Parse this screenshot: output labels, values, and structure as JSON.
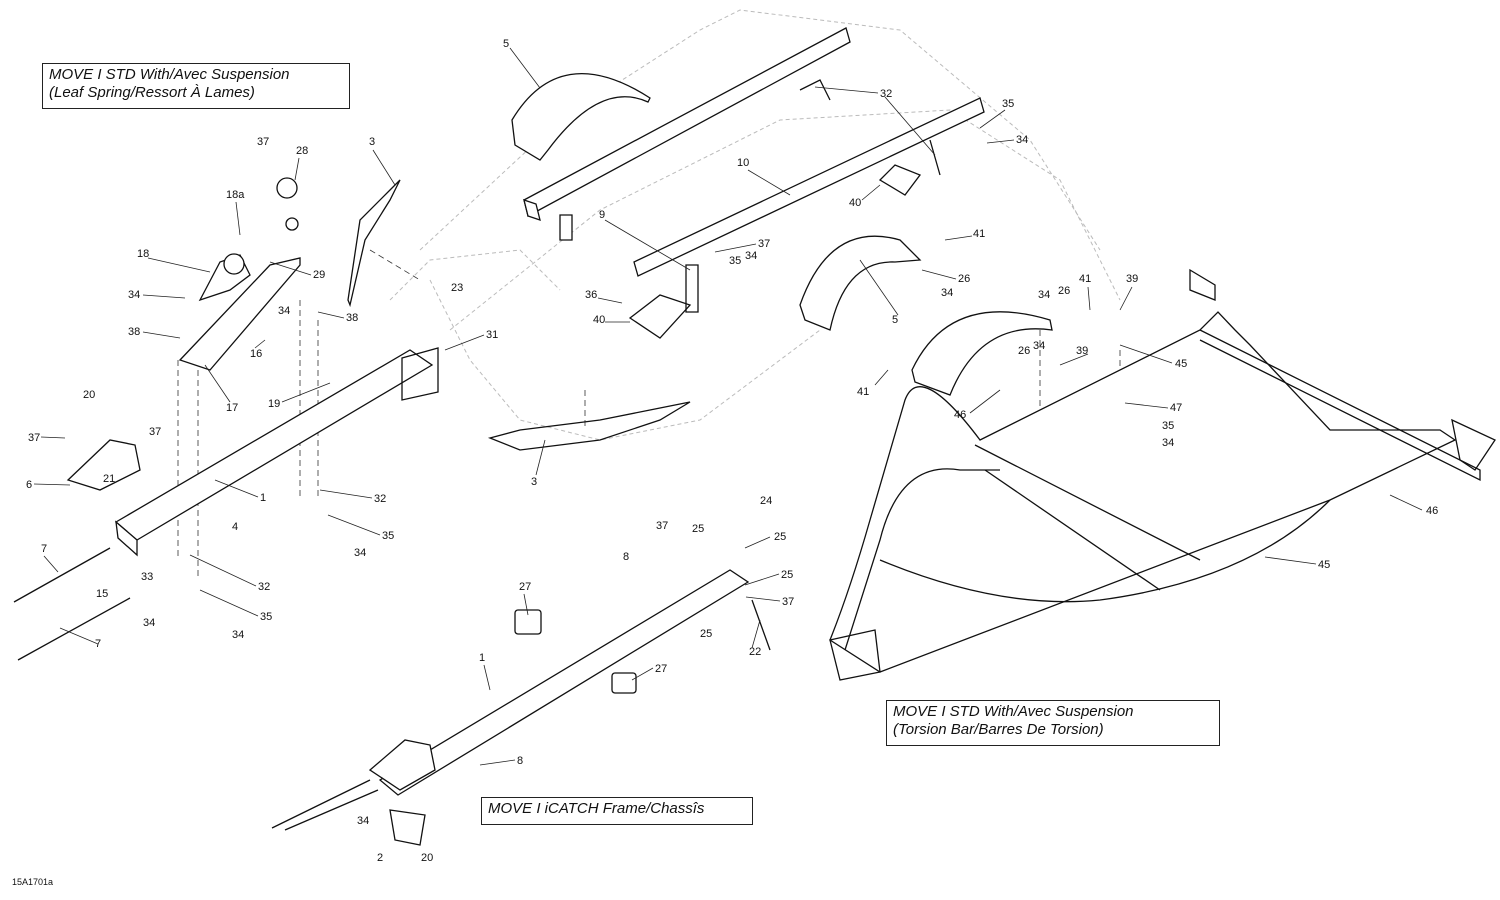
{
  "diagram_code": "15A1701a",
  "captions": {
    "leaf": {
      "line1": "MOVE I STD With/Avec Suspension",
      "line2": "(Leaf Spring/Ressort À Lames)"
    },
    "torsion": {
      "line1": "MOVE I STD With/Avec Suspension",
      "line2": "(Torsion Bar/Barres De Torsion)"
    },
    "icatch": {
      "line1": "MOVE I iCATCH Frame/Chassîs"
    }
  },
  "callouts": [
    {
      "id": "c-5a",
      "label": "5"
    },
    {
      "id": "c-32a",
      "label": "32"
    },
    {
      "id": "c-35a",
      "label": "35"
    },
    {
      "id": "c-34a",
      "label": "34"
    },
    {
      "id": "c-10",
      "label": "10"
    },
    {
      "id": "c-40a",
      "label": "40"
    },
    {
      "id": "c-9",
      "label": "9"
    },
    {
      "id": "c-37a",
      "label": "37"
    },
    {
      "id": "c-35b",
      "label": "35"
    },
    {
      "id": "c-34b",
      "label": "34"
    },
    {
      "id": "c-36",
      "label": "36"
    },
    {
      "id": "c-40b",
      "label": "40"
    },
    {
      "id": "c-41a",
      "label": "41"
    },
    {
      "id": "c-26a",
      "label": "26"
    },
    {
      "id": "c-34c",
      "label": "34"
    },
    {
      "id": "c-5b",
      "label": "5"
    },
    {
      "id": "c-41b",
      "label": "41"
    },
    {
      "id": "c-39a",
      "label": "39"
    },
    {
      "id": "c-34d",
      "label": "34"
    },
    {
      "id": "c-26b",
      "label": "26"
    },
    {
      "id": "c-45a",
      "label": "45"
    },
    {
      "id": "c-26c",
      "label": "26"
    },
    {
      "id": "c-34e",
      "label": "34"
    },
    {
      "id": "c-39b",
      "label": "39"
    },
    {
      "id": "c-41c",
      "label": "41"
    },
    {
      "id": "c-46a",
      "label": "46"
    },
    {
      "id": "c-47",
      "label": "47"
    },
    {
      "id": "c-35c",
      "label": "35"
    },
    {
      "id": "c-34f",
      "label": "34"
    },
    {
      "id": "c-46b",
      "label": "46"
    },
    {
      "id": "c-45b",
      "label": "45"
    },
    {
      "id": "c-37b",
      "label": "37"
    },
    {
      "id": "c-28",
      "label": "28"
    },
    {
      "id": "c-3a",
      "label": "3"
    },
    {
      "id": "c-18a",
      "label": "18a"
    },
    {
      "id": "c-18",
      "label": "18"
    },
    {
      "id": "c-29",
      "label": "29"
    },
    {
      "id": "c-34g",
      "label": "34"
    },
    {
      "id": "c-23",
      "label": "23"
    },
    {
      "id": "c-38a",
      "label": "38"
    },
    {
      "id": "c-34h",
      "label": "34"
    },
    {
      "id": "c-38b",
      "label": "38"
    },
    {
      "id": "c-31",
      "label": "31"
    },
    {
      "id": "c-16",
      "label": "16"
    },
    {
      "id": "c-17",
      "label": "17"
    },
    {
      "id": "c-19",
      "label": "19"
    },
    {
      "id": "c-20a",
      "label": "20"
    },
    {
      "id": "c-37c",
      "label": "37"
    },
    {
      "id": "c-37d",
      "label": "37"
    },
    {
      "id": "c-6",
      "label": "6"
    },
    {
      "id": "c-21",
      "label": "21"
    },
    {
      "id": "c-1a",
      "label": "1"
    },
    {
      "id": "c-32b",
      "label": "32"
    },
    {
      "id": "c-3b",
      "label": "3"
    },
    {
      "id": "c-35d",
      "label": "35"
    },
    {
      "id": "c-34i",
      "label": "34"
    },
    {
      "id": "c-4",
      "label": "4"
    },
    {
      "id": "c-7a",
      "label": "7"
    },
    {
      "id": "c-33",
      "label": "33"
    },
    {
      "id": "c-15",
      "label": "15"
    },
    {
      "id": "c-32c",
      "label": "32"
    },
    {
      "id": "c-35e",
      "label": "35"
    },
    {
      "id": "c-34j",
      "label": "34"
    },
    {
      "id": "c-34k",
      "label": "34"
    },
    {
      "id": "c-7b",
      "label": "7"
    },
    {
      "id": "c-24",
      "label": "24"
    },
    {
      "id": "c-37e",
      "label": "37"
    },
    {
      "id": "c-25a",
      "label": "25"
    },
    {
      "id": "c-25b",
      "label": "25"
    },
    {
      "id": "c-8a",
      "label": "8"
    },
    {
      "id": "c-25c",
      "label": "25"
    },
    {
      "id": "c-37f",
      "label": "37"
    },
    {
      "id": "c-25d",
      "label": "25"
    },
    {
      "id": "c-27a",
      "label": "27"
    },
    {
      "id": "c-22",
      "label": "22"
    },
    {
      "id": "c-1b",
      "label": "1"
    },
    {
      "id": "c-27b",
      "label": "27"
    },
    {
      "id": "c-8b",
      "label": "8"
    },
    {
      "id": "c-34l",
      "label": "34"
    },
    {
      "id": "c-2",
      "label": "2"
    },
    {
      "id": "c-20b",
      "label": "20"
    }
  ]
}
